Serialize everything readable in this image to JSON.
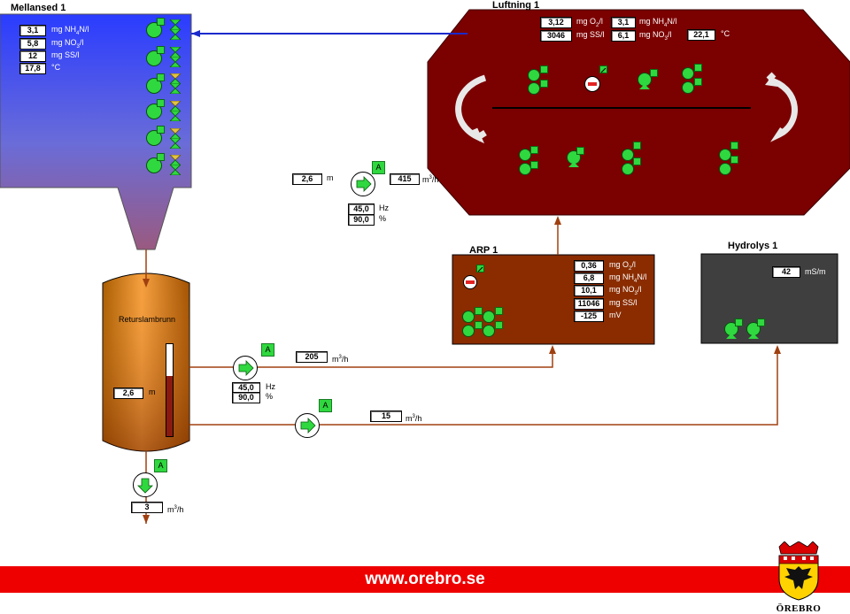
{
  "mellansed": {
    "title": "Mellansed 1",
    "rows": [
      {
        "value": "3,1",
        "unit_pre": "mg NH",
        "unit_sub": "4",
        "unit_post": "N/l"
      },
      {
        "value": "5,8",
        "unit_pre": "mg NO",
        "unit_sub": "3",
        "unit_post": "/l"
      },
      {
        "value": "12",
        "unit_pre": "mg SS/l",
        "unit_sub": "",
        "unit_post": ""
      },
      {
        "value": "17,8",
        "unit_pre": "°C",
        "unit_sub": "",
        "unit_post": ""
      }
    ]
  },
  "luftning": {
    "title": "Luftning 1",
    "o2": {
      "value": "3,12",
      "unit_pre": "mg O",
      "unit_sub": "2",
      "unit_post": "/l"
    },
    "nh4": {
      "value": "3,1",
      "unit_pre": "mg NH",
      "unit_sub": "4",
      "unit_post": "N/l"
    },
    "ss": {
      "value": "3046",
      "unit": "mg SS/l"
    },
    "no3": {
      "value": "6,1",
      "unit_pre": "mg NO",
      "unit_sub": "3",
      "unit_post": "/l"
    },
    "temp": {
      "value": "22,1",
      "unit": "°C"
    }
  },
  "pump_top": {
    "button": "A",
    "level": {
      "value": "2,6",
      "unit": "m"
    },
    "flow": {
      "value": "415",
      "unit_pre": "m",
      "unit_sup": "3",
      "unit_post": "/h"
    },
    "hz": {
      "value": "45,0",
      "unit": "Hz"
    },
    "pct": {
      "value": "90,0",
      "unit": "%"
    }
  },
  "retur": {
    "title": "Retur­slambrunn",
    "level": {
      "value": "2,6",
      "unit": "m"
    },
    "level_fill": 0.65
  },
  "pump_retur": {
    "button": "A",
    "flow": {
      "value": "205",
      "unit_pre": "m",
      "unit_sup": "3",
      "unit_post": "/h"
    },
    "hz": {
      "value": "45,0",
      "unit": "Hz"
    },
    "pct": {
      "value": "90,0",
      "unit": "%"
    }
  },
  "pump_excess": {
    "button": "A",
    "flow": {
      "value": "15",
      "unit_pre": "m",
      "unit_sup": "3",
      "unit_post": "/h"
    }
  },
  "pump_bottom": {
    "button": "A",
    "flow": {
      "value": "3",
      "unit_pre": "m",
      "unit_sup": "3",
      "unit_post": "/h"
    }
  },
  "arp": {
    "title": "ARP 1",
    "rows": [
      {
        "value": "0,36",
        "unit_pre": "mg O",
        "unit_sub": "2",
        "unit_post": "/l"
      },
      {
        "value": "6,8",
        "unit_pre": "mg NH",
        "unit_sub": "4",
        "unit_post": "N/l"
      },
      {
        "value": "10,1",
        "unit_pre": "mg NO",
        "unit_sub": "3",
        "unit_post": "/l"
      },
      {
        "value": "11046",
        "unit_pre": "mg SS/l",
        "unit_sub": "",
        "unit_post": ""
      },
      {
        "value": "-125",
        "unit_pre": "mV",
        "unit_sub": "",
        "unit_post": ""
      }
    ]
  },
  "hydrolys": {
    "title": "Hydrolys 1",
    "value": "42",
    "unit": "mS/m"
  },
  "footer": {
    "url": "www.orebro.se",
    "logo_text": "ÖREBRO"
  },
  "colors": {
    "mellansed_top": "#2a4bff",
    "luftning": "#7b0000",
    "arp": "#8a2c00",
    "hydrolys": "#3f3f3f",
    "pipe": "#a04010",
    "air_line": "#1a2acc",
    "footer": "#ee0000"
  }
}
